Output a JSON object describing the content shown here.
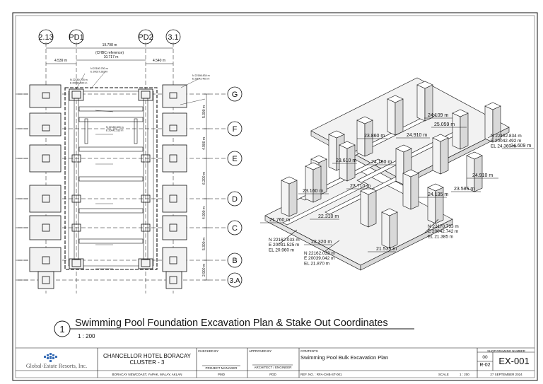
{
  "grid_labels": {
    "cols": [
      "2.13",
      "PD1",
      "PD2",
      "3.1"
    ],
    "rows": [
      "G",
      "F",
      "E",
      "D",
      "C",
      "B",
      "3.A"
    ]
  },
  "dimensions": {
    "top_overall": "19.798 m",
    "top_note": "(CHBC reference)",
    "top_mid": "10.717 m",
    "top_left": "4.539 m",
    "top_right": "4.540 m",
    "right_side": [
      "5.300 m",
      "4.900 m",
      "6.200 m",
      "4.900 m",
      "5.300 m",
      "2.900 m"
    ]
  },
  "plan_coords": [
    "N 22180.750 m\nE 20027.282 m",
    "N 22180.778 m\nE 20031.820 m",
    "N 22180.603 m\nE 20042.533 m",
    "N 22186.834 m\nE 20042.492 m"
  ],
  "iso_labels": {
    "dims": [
      "24.109 m",
      "25.059 m",
      "23.860 m",
      "24.910 m",
      "24.609 m",
      "23.610 m",
      "24.160 m",
      "23.710 m",
      "24.910 m",
      "23.160 m",
      "24.135 m",
      "23.585 m",
      "22.310 m",
      "21.760 m",
      "22.320 m",
      "21.535 m"
    ],
    "coords": [
      "N 22182.834 m\nE 20042.492 m\nEL 24.360 m",
      "N 22170.733 m\nE 20042.742 m\nEL 21.385 m",
      "N 22162.033 m\nE 20031.525 m\nEL 20.960 m",
      "N 22162.033 m\nE 20039.042 m\nEL 21.870 m"
    ]
  },
  "view_title": {
    "number": "1",
    "title": "Swimming Pool Foundation Excavation Plan & Stake Out Coordinates",
    "scale": "1 : 200"
  },
  "title_block": {
    "company": "Global-Estate Resorts, Inc.",
    "project": "CHANCELLOR HOTEL BORACAY\nCLUSTER - 3",
    "address": "BORACAY NEWCOAST, YAPAK, MALAY, AKLAN",
    "checked_by_label": "CHECKED BY",
    "checked_by_role": "PROJECT MANAGER",
    "checked_by_code": "PMD",
    "approved_by_label": "APPROVED BY",
    "approved_by_role": "ARCHITECT / ENGINEER",
    "approved_by_code": "PDD",
    "contents_label": "CONTENTS",
    "contents": "Swimming Pool Bulk Excavation Plan",
    "ref_no": "REF. NO. :  RFA-CHB-ST-001",
    "scale_label": "SCALE",
    "scale": "1 : 200",
    "shop_label": "SHOP DRAWING NUMBER",
    "rev": "00",
    "rev2": "R-02",
    "drawing_number": "EX-001",
    "date": "27 SEPTEMBER 2024"
  },
  "colors": {
    "line": "#111111",
    "concrete": "#f2f2f2",
    "logo_blue": "#3b6fb6"
  }
}
